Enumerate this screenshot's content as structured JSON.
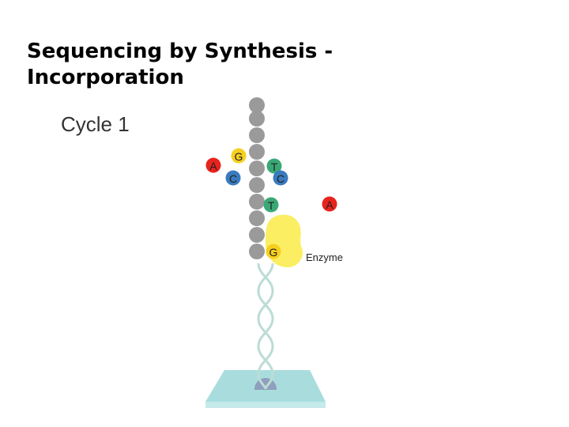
{
  "slide": {
    "title_line1": "Sequencing by Synthesis -",
    "title_line2": "Incorporation"
  },
  "diagram": {
    "cycle_label": "Cycle 1",
    "enzyme_label": "Enzyme",
    "free_nucleotides": [
      {
        "letter": "A",
        "color": "#e8231e"
      },
      {
        "letter": "G",
        "color": "#f7cf1f"
      },
      {
        "letter": "C",
        "color": "#3a7bbf"
      },
      {
        "letter": "T",
        "color": "#3aa876"
      },
      {
        "letter": "C",
        "color": "#3a7bbf"
      },
      {
        "letter": "A",
        "color": "#e8231e"
      }
    ],
    "strand_nucleotides": [
      {
        "letter": "T",
        "color": "#3aa876"
      },
      {
        "letter": "G",
        "color": "#f7cf1f"
      }
    ],
    "colors": {
      "template_bead": "#9a9a9a",
      "enzyme": "#fbee62",
      "helix": "#bcdcd5",
      "flow_cell": "#a9dddd",
      "anchor": "#8f9fbd"
    }
  }
}
